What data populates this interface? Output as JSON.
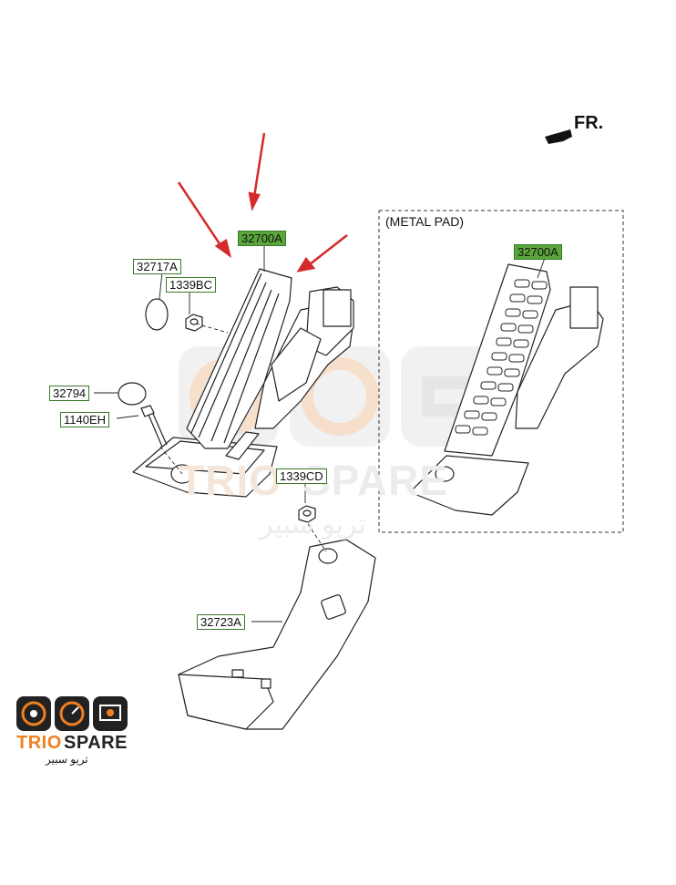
{
  "orientation": {
    "label": "FR."
  },
  "inset": {
    "title": "(METAL PAD)"
  },
  "labels": {
    "pedal_main": "32700A",
    "pedal_metal": "32700A",
    "cap": "32717A",
    "nut_bc": "1339BC",
    "stopper": "32794",
    "bolt": "1140EH",
    "nut_cd": "1339CD",
    "bracket": "32723A"
  },
  "watermark": {
    "brand_a": "TRIO",
    "brand_b": "SPARE",
    "arabic": "تريو سبير"
  },
  "logo": {
    "brand_a": "TRIO",
    "brand_b": "SPARE",
    "arabic": "تريو سبير"
  },
  "colors": {
    "highlight": "#5aa63c",
    "arrow": "#d42a2a",
    "brand_orange": "#f08020",
    "brand_dark": "#222222"
  },
  "icons": [
    "gauge-icon",
    "speedometer-icon",
    "engine-icon"
  ]
}
